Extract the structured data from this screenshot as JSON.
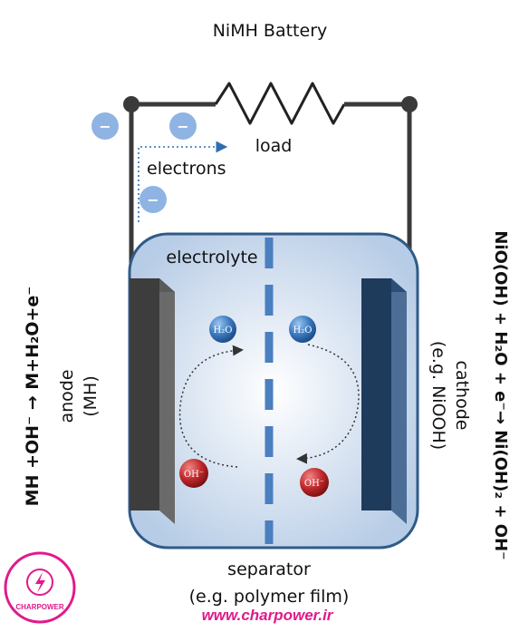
{
  "title": "NiMH Battery",
  "labels": {
    "load": "load",
    "electrons": "electrons",
    "electrolyte": "electrolyte",
    "separator_line1": "separator",
    "separator_line2": "(e.g. polymer film)",
    "anode_line1": "anode",
    "anode_line2": "(MH)",
    "cathode_line1": "cathode",
    "cathode_line2": "(e.g. NiOOH)",
    "anode_reaction": "MH +OH⁻ → M+H₂O+e⁻",
    "cathode_reaction": "NiO(OH) + H₂O + e⁻→ Ni(OH)₂ + OH⁻"
  },
  "ions": {
    "water": "H₂O",
    "hydroxide": "OH⁻",
    "electron_symbol": "−"
  },
  "watermark": {
    "brand": "CHARPOWER",
    "url": "www.charpower.ir"
  },
  "colors": {
    "anode": "#3d3d3d",
    "cathode": "#1f3b5c",
    "electrolyte_edge": "#2f5b88",
    "separator": "#4a7fc0",
    "electron": "#8fb4e3",
    "water_ion": "#3a78c0",
    "hydroxide_ion": "#c0282a",
    "watermark": "#e01a8c"
  }
}
